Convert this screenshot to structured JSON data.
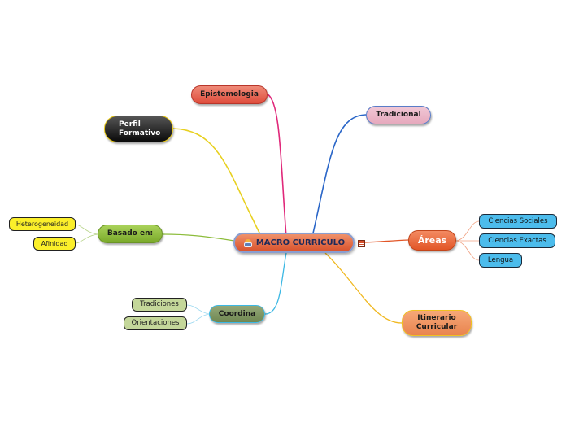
{
  "center": {
    "label": "MACRO CURRÍCULO",
    "icon": "person-icon",
    "note_icon": "note-icon"
  },
  "branches": {
    "epistemologia": {
      "label": "Epistemologia",
      "color": "#df4d3c",
      "link_color": "#e0287a"
    },
    "tradicional": {
      "label": "Tradicional",
      "color": "#e6a9bd",
      "link_color": "#2a66c8"
    },
    "perfil": {
      "label": "Perfil\nFormativo",
      "color": "#0a0a0a",
      "link_color": "#e8d020"
    },
    "basado": {
      "label": "Basado en:",
      "color": "#7aa92a",
      "link_color": "#8cbc3a",
      "children": [
        "Heterogeneidad",
        "Afinidad"
      ]
    },
    "areas": {
      "label": "Áreas",
      "color": "#e25627",
      "link_color": "#e25627",
      "children": [
        "Ciencias Sociales",
        "Ciencias Exactas",
        "Lengua"
      ]
    },
    "coordina": {
      "label": "Coordina",
      "color": "#6f8752",
      "link_color": "#3cb8e4",
      "children": [
        "Tradiciones",
        "Orientaciones"
      ]
    },
    "itinerario": {
      "label": "Itinerario\nCurricular",
      "color": "#e9844f",
      "link_color": "#f0b820"
    }
  }
}
